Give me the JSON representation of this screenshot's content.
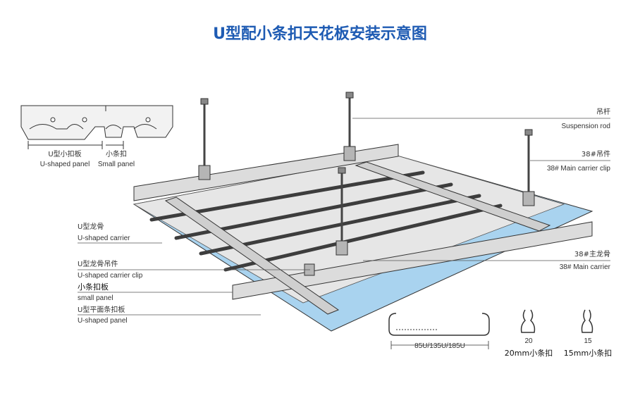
{
  "title": "U型配小条扣天花板安装示意图",
  "profile": {
    "u_panel_cn": "U型小扣板",
    "u_panel_en": "U-shaped panel",
    "small_panel_cn": "小条扣",
    "small_panel_en": "Small panel"
  },
  "labels": {
    "suspension_rod_cn": "吊杆",
    "suspension_rod_en": "Suspension rod",
    "main_clip_cn": "38#吊件",
    "main_clip_en": "38# Main carrier clip",
    "u_carrier_cn": "U型龙骨",
    "u_carrier_en": "U-shaped carrier",
    "main_carrier_cn": "38#主龙骨",
    "main_carrier_en": "38# Main carrier",
    "u_carrier_clip_cn": "U型龙骨吊件",
    "u_carrier_clip_en": "U-shaped carrier clip",
    "small_panel_cn": "小条扣板",
    "small_panel_en": "small panel",
    "u_flat_panel_cn": "U型平面条扣板",
    "u_flat_panel_en": "U-shaped panel"
  },
  "sections": {
    "widths": "85U/135U/185U",
    "w20": "20",
    "w15": "15",
    "clip20": "20mm小条扣",
    "clip15": "15mm小条扣"
  },
  "colors": {
    "title": "#1e5bb3",
    "panel_blue": "#a9d3ef",
    "carrier_grey": "#d9d9d9",
    "strip_dark": "#4a4a4a"
  }
}
